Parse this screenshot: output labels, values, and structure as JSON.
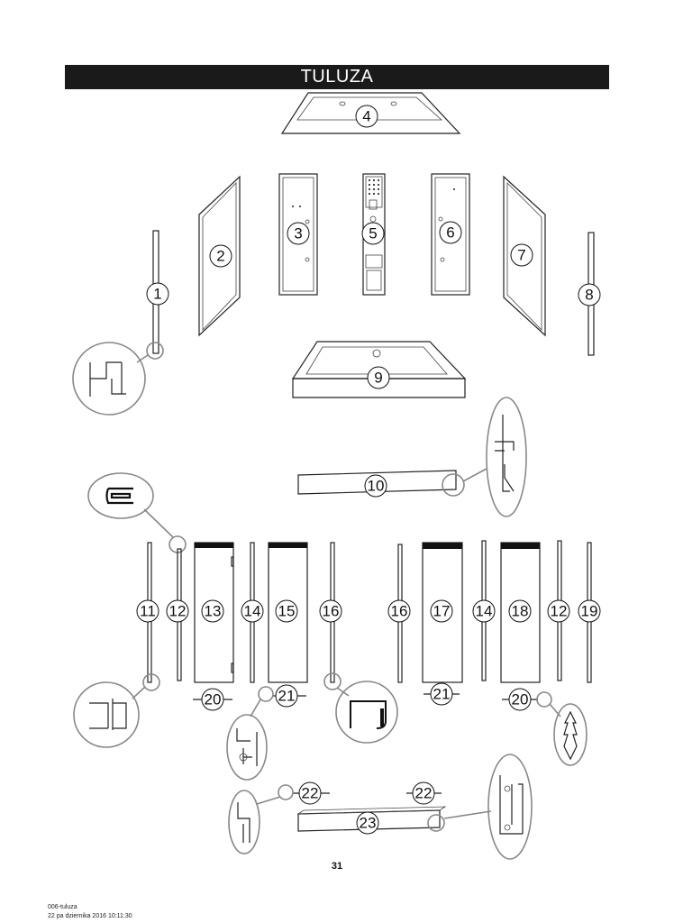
{
  "header": {
    "title": "TULUZA"
  },
  "parts": [
    {
      "id": "1",
      "label": "1"
    },
    {
      "id": "2",
      "label": "2"
    },
    {
      "id": "3",
      "label": "3"
    },
    {
      "id": "4",
      "label": "4"
    },
    {
      "id": "5",
      "label": "5"
    },
    {
      "id": "6",
      "label": "6"
    },
    {
      "id": "7",
      "label": "7"
    },
    {
      "id": "8",
      "label": "8"
    },
    {
      "id": "9",
      "label": "9"
    },
    {
      "id": "10",
      "label": "10"
    },
    {
      "id": "11",
      "label": "11"
    },
    {
      "id": "12a",
      "label": "12"
    },
    {
      "id": "13",
      "label": "13"
    },
    {
      "id": "14a",
      "label": "14"
    },
    {
      "id": "15",
      "label": "15"
    },
    {
      "id": "16a",
      "label": "16"
    },
    {
      "id": "16b",
      "label": "16"
    },
    {
      "id": "17",
      "label": "17"
    },
    {
      "id": "14b",
      "label": "14"
    },
    {
      "id": "18",
      "label": "18"
    },
    {
      "id": "12b",
      "label": "12"
    },
    {
      "id": "19",
      "label": "19"
    },
    {
      "id": "20a",
      "label": "20"
    },
    {
      "id": "21a",
      "label": "21"
    },
    {
      "id": "21b",
      "label": "21"
    },
    {
      "id": "20b",
      "label": "20"
    },
    {
      "id": "22a",
      "label": "22"
    },
    {
      "id": "22b",
      "label": "22"
    },
    {
      "id": "23",
      "label": "23"
    }
  ],
  "page_number": "31",
  "footer": {
    "file": "006-tuluza",
    "date": "22 pa   dziernika 2016 10:11:30"
  }
}
